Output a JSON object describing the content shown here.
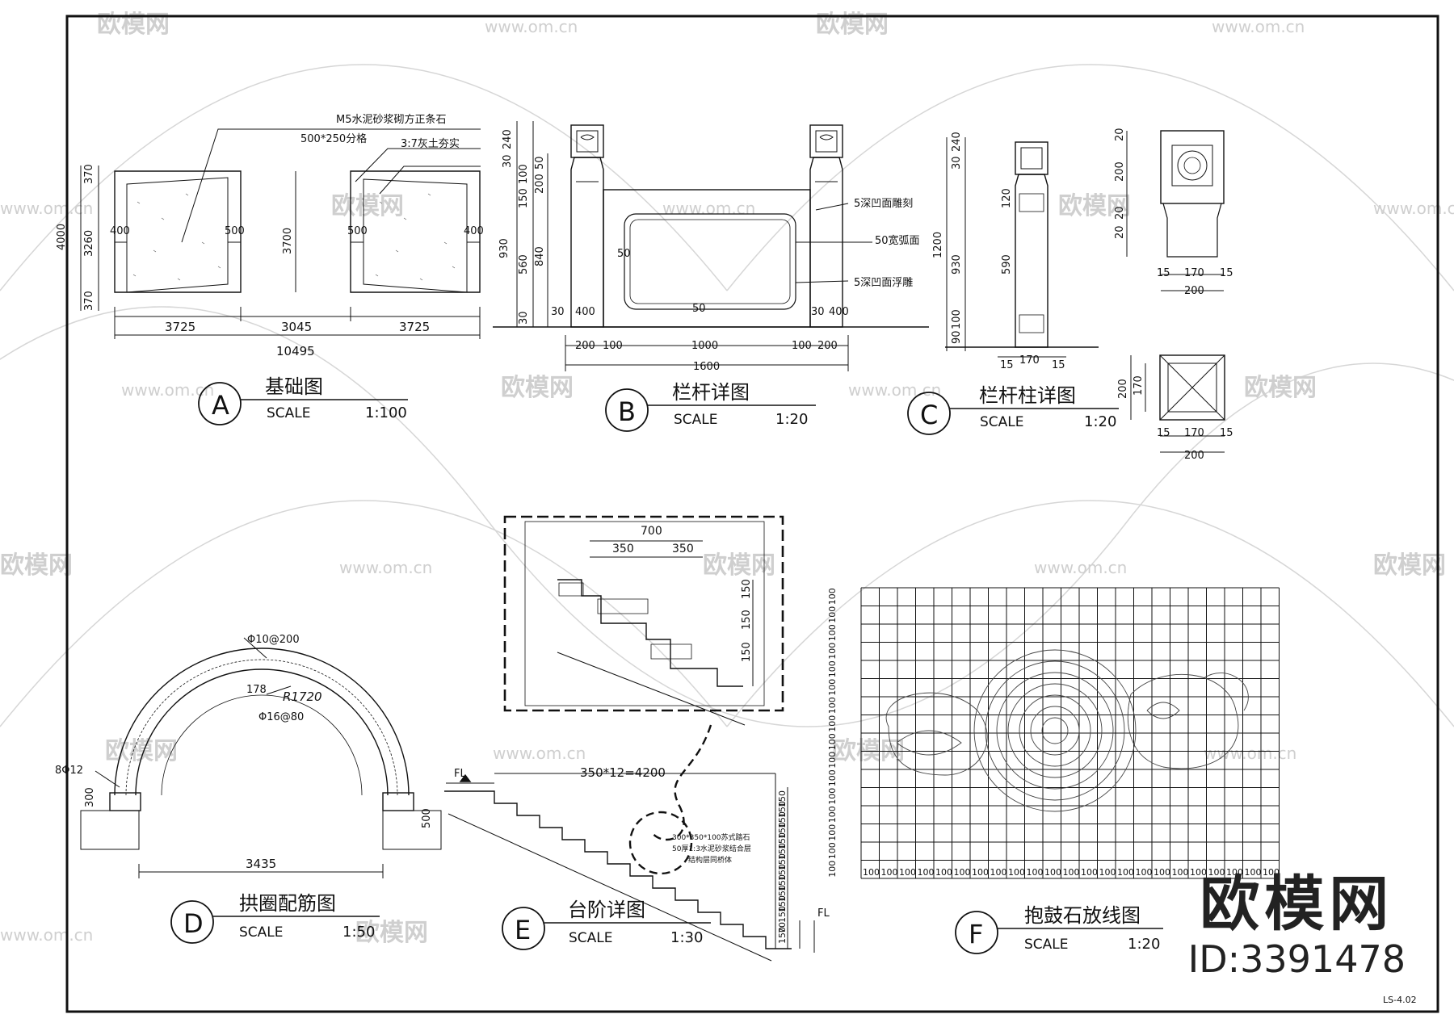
{
  "colors": {
    "line": "#111111",
    "watermark": "#cfcfcf",
    "paper": "#ffffff"
  },
  "watermark": {
    "site": "www.om.cn",
    "brand": "欧模网"
  },
  "brand_block": {
    "name": "欧模网",
    "id_label": "ID:3391478"
  },
  "sheet_number": "LS-4.02",
  "panels": {
    "A": {
      "letter": "A",
      "title": "基础图",
      "scale_label": "SCALE",
      "scale": "1:100",
      "notes": [
        "M5水泥砂浆砌方正条石",
        "500*250分格",
        "3:7灰土夯实"
      ],
      "dims_bottom": [
        "3725",
        "3045",
        "3725"
      ],
      "dim_total": "10495",
      "dims_left": [
        "370",
        "3260",
        "370"
      ],
      "dim_left_total": "4000",
      "dim_mid": "3700",
      "dim_inner_l": [
        "400",
        "500"
      ],
      "dim_inner_r": [
        "500",
        "400"
      ]
    },
    "B": {
      "letter": "B",
      "title": "栏杆详图",
      "scale_label": "SCALE",
      "scale": "1:20",
      "notes": [
        "5深凹面雕刻",
        "50宽弧面",
        "5深凹面浮雕"
      ],
      "dims_bottom": [
        "200",
        "100",
        "1000",
        "100",
        "200"
      ],
      "dim_total": "1600",
      "dims_left": [
        "30",
        "240",
        "150",
        "100",
        "200",
        "50",
        "930",
        "560",
        "840",
        "30"
      ],
      "dim_inner": [
        "50",
        "30",
        "400",
        "50",
        "30",
        "400"
      ]
    },
    "C": {
      "letter": "C",
      "title": "栏杆柱详图",
      "scale_label": "SCALE",
      "scale": "1:20",
      "dims_left": [
        "1200",
        "30",
        "240",
        "120",
        "930",
        "590",
        "100",
        "90"
      ],
      "dims_bottom": [
        "15",
        "170",
        "15"
      ],
      "head_left": [
        "20",
        "200",
        "20",
        "20"
      ],
      "head_bottom": [
        "15",
        "170",
        "15"
      ],
      "head_total": "200",
      "plan_left": [
        "200",
        "170"
      ],
      "plan_bottom": [
        "15",
        "170",
        "15"
      ],
      "plan_total": "200"
    },
    "D": {
      "letter": "D",
      "title": "拱圈配筋图",
      "scale_label": "SCALE",
      "scale": "1:50",
      "labels": [
        "Φ10@200",
        "178",
        "R1720",
        "Φ16@80",
        "8Φ12",
        "300",
        "500"
      ],
      "dim_bottom": "3435"
    },
    "E": {
      "letter": "E",
      "title": "台阶详图",
      "scale_label": "SCALE",
      "scale": "1:30",
      "fl": "FL",
      "dim_top": "350*12=4200",
      "detail_dims": [
        "700",
        "350",
        "350",
        "150",
        "150",
        "150"
      ],
      "notes": [
        "300*350*100苏式踏石",
        "50厚1:3水泥砂浆结合层",
        "结构层同桥体"
      ],
      "right_dims": [
        "150",
        "150",
        "150",
        "150",
        "150",
        "150",
        "150",
        "150",
        "150",
        "150",
        "150",
        "150",
        "70",
        "150"
      ]
    },
    "F": {
      "letter": "F",
      "title": "抱鼓石放线图",
      "scale_label": "SCALE",
      "scale": "1:20",
      "grid_step": "100",
      "grid_cols": 23,
      "grid_rows": 16
    }
  }
}
